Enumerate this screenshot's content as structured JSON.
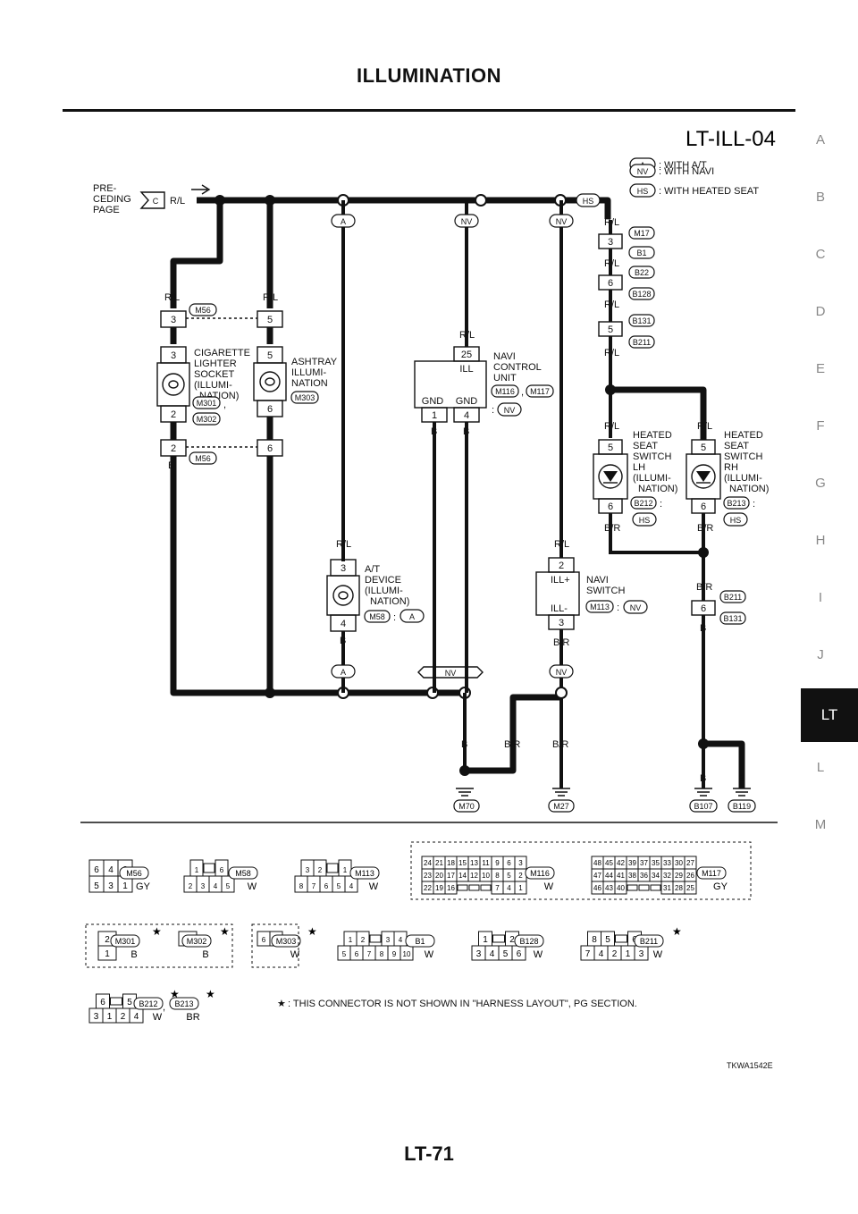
{
  "page": {
    "header": "ILLUMINATION",
    "footer": "LT-71",
    "diagram_id": "LT-ILL-04",
    "figure_code": "TKWA1542E",
    "side_tabs": [
      "A",
      "B",
      "C",
      "D",
      "E",
      "F",
      "G",
      "H",
      "I",
      "J",
      "LT",
      "L",
      "M"
    ],
    "active_tab": "LT"
  },
  "legend": [
    {
      "tag": "A",
      "text": ": WITH A/T"
    },
    {
      "tag": "NV",
      "text": ": WITH NAVI"
    },
    {
      "tag": "HS",
      "text": ": WITH HEATED SEAT"
    }
  ],
  "labels": {
    "preceding": [
      "PRE-",
      "CEDING",
      "PAGE"
    ],
    "pc_tag": "C",
    "rl": "R/L",
    "b": "B",
    "br": "B/R",
    "colon": ":",
    "comma": ",",
    "cig": [
      "CIGARETTE",
      "LIGHTER",
      "SOCKET",
      "(ILLUMI-",
      "NATION)"
    ],
    "ash": [
      "ASHTRAY",
      "ILLUMI-",
      "NATION"
    ],
    "navi_cu": [
      "NAVI",
      "CONTROL",
      "UNIT"
    ],
    "ill": "ILL",
    "gnd": "GND",
    "hs_lh": [
      "HEATED",
      "SEAT",
      "SWITCH",
      "LH",
      "(ILLUMI-",
      "NATION)"
    ],
    "hs_rh": [
      "HEATED",
      "SEAT",
      "SWITCH",
      "RH",
      "(ILLUMI-",
      "NATION)"
    ],
    "at_dev": [
      "A/T",
      "DEVICE",
      "(ILLUMI-",
      "NATION)"
    ],
    "navi_sw": [
      "NAVI",
      "SWITCH"
    ],
    "ill_plus": "ILL+",
    "ill_minus": "ILL-",
    "note": ": THIS CONNECTOR IS NOT SHOWN IN \"HARNESS LAYOUT\", PG SECTION.",
    "star": "★"
  },
  "pins": {
    "p3": "3",
    "p5": "5",
    "p2": "2",
    "p6": "6",
    "p25": "25",
    "p1": "1",
    "p4": "4"
  },
  "connectors": {
    "M17": "M17",
    "B1": "B1",
    "B22": "B22",
    "B128": "B128",
    "B131": "B131",
    "B211": "B211",
    "M56": "M56",
    "M301": "M301",
    "M302": "M302",
    "M303": "M303",
    "M116": "M116",
    "M117": "M117",
    "B212": "B212",
    "B213": "B213",
    "M58": "M58",
    "M113": "M113",
    "M70": "M70",
    "M27": "M27",
    "B107": "B107",
    "B119": "B119"
  },
  "connector_faces": [
    {
      "id": "M56",
      "color": "GY",
      "rows": [
        [
          "6",
          "4",
          "2"
        ],
        [
          "5",
          "3",
          "1"
        ]
      ]
    },
    {
      "id": "M58",
      "color": "W",
      "rows": [
        [
          "1",
          "",
          "6"
        ],
        [
          "2",
          "3",
          "4",
          "5"
        ]
      ]
    },
    {
      "id": "M113",
      "color": "W",
      "rows": [
        [
          "3",
          "2",
          "",
          "1"
        ],
        [
          "8",
          "7",
          "6",
          "5",
          "4"
        ]
      ]
    },
    {
      "id": "M116",
      "color": "W",
      "rows": [
        [
          "24",
          "21",
          "18",
          "15",
          "13",
          "11",
          "9",
          "6",
          "3"
        ],
        [
          "23",
          "20",
          "17",
          "14",
          "12",
          "10",
          "8",
          "5",
          "2"
        ],
        [
          "22",
          "19",
          "16",
          "",
          "",
          "",
          "7",
          "4",
          "1"
        ]
      ]
    },
    {
      "id": "M117",
      "color": "GY",
      "rows": [
        [
          "48",
          "45",
          "42",
          "39",
          "37",
          "35",
          "33",
          "30",
          "27"
        ],
        [
          "47",
          "44",
          "41",
          "38",
          "36",
          "34",
          "32",
          "29",
          "26"
        ],
        [
          "46",
          "43",
          "40",
          "",
          "",
          "",
          "31",
          "28",
          "25"
        ]
      ]
    },
    {
      "id": "M301",
      "color": "B",
      "rows": [
        [
          "2"
        ],
        [
          "1"
        ]
      ]
    },
    {
      "id": "M302",
      "color": "B",
      "rows": [
        [
          "3"
        ]
      ]
    },
    {
      "id": "M303",
      "color": "W",
      "rows": [
        [
          "6",
          "5"
        ]
      ]
    },
    {
      "id": "B1",
      "color": "W",
      "rows": [
        [
          "1",
          "2",
          "",
          "3",
          "4"
        ],
        [
          "5",
          "6",
          "7",
          "8",
          "9",
          "10"
        ]
      ]
    },
    {
      "id": "B128",
      "color": "W",
      "rows": [
        [
          "1",
          "",
          "2"
        ],
        [
          "3",
          "4",
          "5",
          "6"
        ]
      ]
    },
    {
      "id": "B211",
      "color": "W",
      "rows": [
        [
          "8",
          "5",
          "",
          "6"
        ],
        [
          "7",
          "4",
          "2",
          "1",
          "3"
        ]
      ]
    },
    {
      "id": "B212",
      "color": "W",
      "rows": [
        [
          "6",
          "",
          "5"
        ],
        [
          "3",
          "1",
          "2",
          "4"
        ]
      ]
    },
    {
      "id": "B213",
      "color": "BR",
      "rows": []
    }
  ]
}
